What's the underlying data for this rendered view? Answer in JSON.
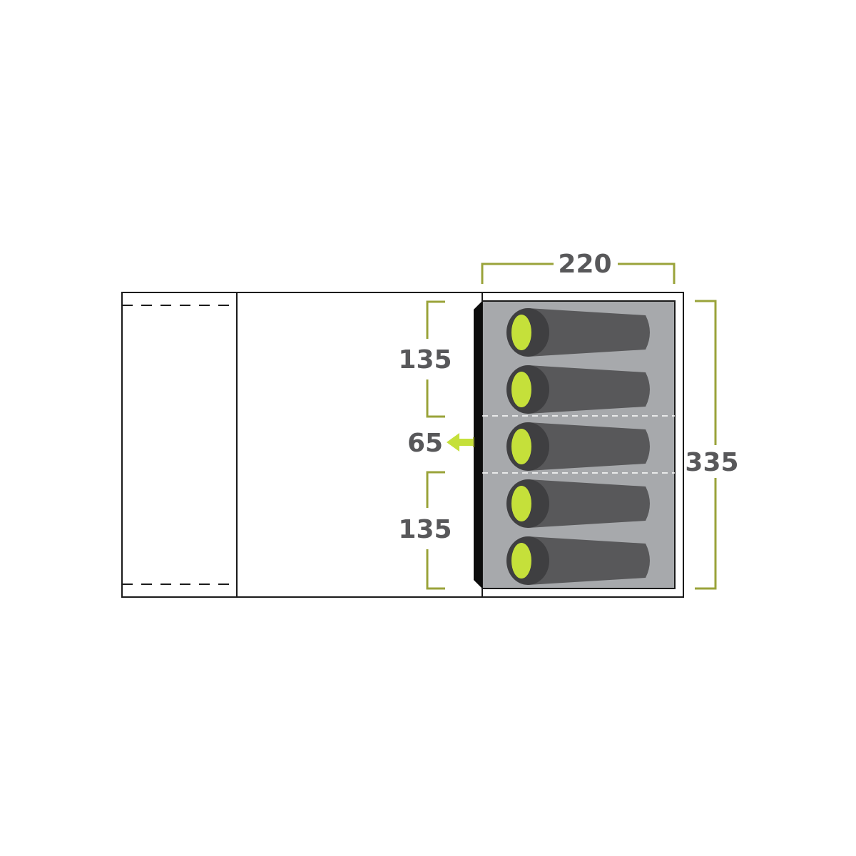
{
  "dimensions": {
    "bedroom_width": "220",
    "bedroom_depth": "335",
    "compartment_top": "135",
    "compartment_middle": "65",
    "compartment_bottom": "135"
  },
  "layout": {
    "sleeping_bag_count": 5,
    "icon": "sleeping-bag-icon"
  },
  "colors": {
    "dimension_line": "#9aa33a",
    "accent": "#c5e03a",
    "bag_body": "#58585a",
    "bag_rim": "#3f3f41",
    "bedroom_floor": "#a7a9ac",
    "outline": "#1a1a1a",
    "label_text": "#58585a"
  }
}
